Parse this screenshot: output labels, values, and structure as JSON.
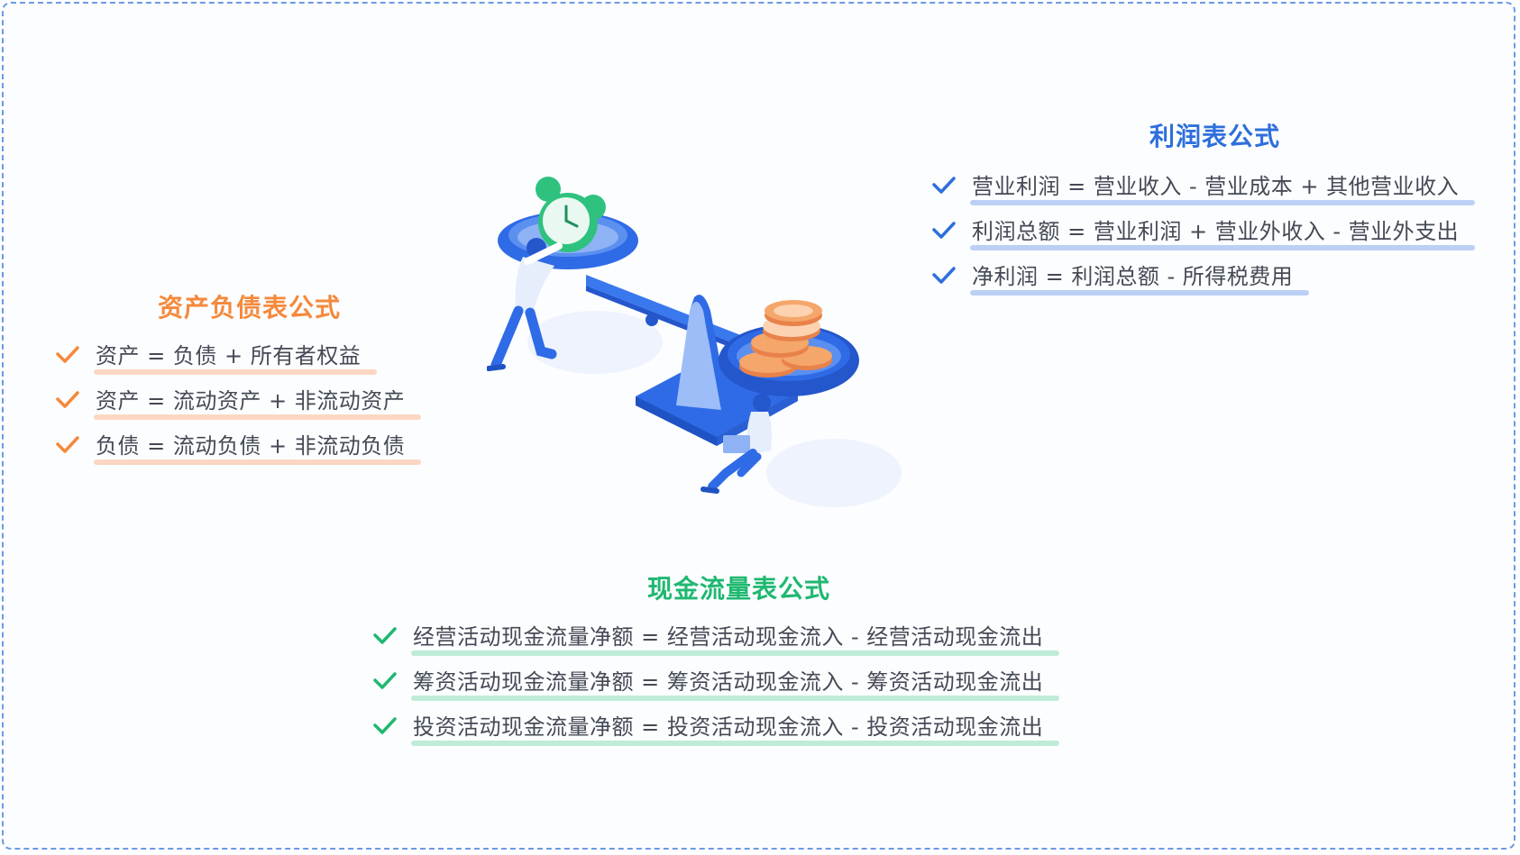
{
  "balance_sheet": {
    "title": "资产负债表公式",
    "color": "#f5893b",
    "items": [
      "资产 = 负债 + 所有者权益",
      "资产 = 流动资产 + 非流动资产",
      "负债 = 流动负债 + 非流动负债"
    ]
  },
  "income_statement": {
    "title": "利润表公式",
    "color": "#2e6fdc",
    "items": [
      "营业利润 = 营业收入 - 营业成本 + 其他营业收入",
      "利润总额 = 营业利润 + 营业外收入 - 营业外支出",
      "净利润 = 利润总额 - 所得税费用"
    ]
  },
  "cash_flow_statement": {
    "title": "现金流量表公式",
    "color": "#1fb871",
    "items": [
      "经营活动现金流量净额 = 经营活动现金流入 - 经营活动现金流出",
      "筹资活动现金流量净额 = 筹资活动现金流入 - 筹资活动现金流出",
      "投资活动现金流量净额 = 投资活动现金流入 - 投资活动现金流出"
    ]
  },
  "illustration": {
    "icon": "balance-scale-clock-coins-illustration",
    "colors": {
      "blue": "#2f6be6",
      "light_blue": "#8fb2f5",
      "green": "#2ec27e",
      "coin": "#f5a66b",
      "coin_light": "#fcd2b0"
    }
  }
}
